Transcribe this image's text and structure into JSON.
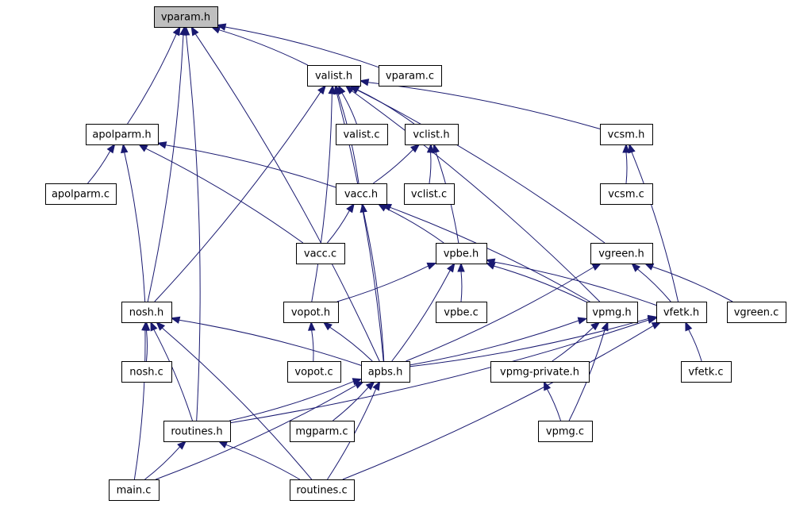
{
  "colors": {
    "edge": "#191970",
    "node_fill": "#ffffff",
    "highlight_fill": "#bfbfbf",
    "border": "#000000"
  },
  "nodes": [
    {
      "id": "vparam_h",
      "label": "vparam.h",
      "highlighted": true
    },
    {
      "id": "valist_h",
      "label": "valist.h"
    },
    {
      "id": "vparam_c",
      "label": "vparam.c"
    },
    {
      "id": "apolparm_h",
      "label": "apolparm.h"
    },
    {
      "id": "valist_c",
      "label": "valist.c"
    },
    {
      "id": "vclist_h",
      "label": "vclist.h"
    },
    {
      "id": "vcsm_h",
      "label": "vcsm.h"
    },
    {
      "id": "apolparm_c",
      "label": "apolparm.c"
    },
    {
      "id": "vacc_h",
      "label": "vacc.h"
    },
    {
      "id": "vclist_c",
      "label": "vclist.c"
    },
    {
      "id": "vcsm_c",
      "label": "vcsm.c"
    },
    {
      "id": "vacc_c",
      "label": "vacc.c"
    },
    {
      "id": "vpbe_h",
      "label": "vpbe.h"
    },
    {
      "id": "vgreen_h",
      "label": "vgreen.h"
    },
    {
      "id": "nosh_h",
      "label": "nosh.h"
    },
    {
      "id": "vopot_h",
      "label": "vopot.h"
    },
    {
      "id": "vpbe_c",
      "label": "vpbe.c"
    },
    {
      "id": "vpmg_h",
      "label": "vpmg.h"
    },
    {
      "id": "vfetk_h",
      "label": "vfetk.h"
    },
    {
      "id": "vgreen_c",
      "label": "vgreen.c"
    },
    {
      "id": "nosh_c",
      "label": "nosh.c"
    },
    {
      "id": "vopot_c",
      "label": "vopot.c"
    },
    {
      "id": "apbs_h",
      "label": "apbs.h"
    },
    {
      "id": "vpmg_private_h",
      "label": "vpmg-private.h"
    },
    {
      "id": "vfetk_c",
      "label": "vfetk.c"
    },
    {
      "id": "routines_h",
      "label": "routines.h"
    },
    {
      "id": "mgparm_c",
      "label": "mgparm.c"
    },
    {
      "id": "vpmg_c",
      "label": "vpmg.c"
    },
    {
      "id": "main_c",
      "label": "main.c"
    },
    {
      "id": "routines_c",
      "label": "routines.c"
    }
  ],
  "edges": [
    [
      "valist_h",
      "vparam_h"
    ],
    [
      "vparam_c",
      "vparam_h"
    ],
    [
      "apolparm_h",
      "vparam_h"
    ],
    [
      "nosh_h",
      "vparam_h"
    ],
    [
      "apbs_h",
      "vparam_h"
    ],
    [
      "routines_h",
      "vparam_h"
    ],
    [
      "valist_c",
      "valist_h"
    ],
    [
      "vclist_h",
      "valist_h"
    ],
    [
      "vcsm_h",
      "valist_h"
    ],
    [
      "vacc_h",
      "valist_h"
    ],
    [
      "vgreen_h",
      "valist_h"
    ],
    [
      "vpmg_h",
      "valist_h"
    ],
    [
      "nosh_h",
      "valist_h"
    ],
    [
      "vopot_h",
      "valist_h"
    ],
    [
      "apbs_h",
      "valist_h"
    ],
    [
      "apolparm_c",
      "apolparm_h"
    ],
    [
      "vacc_h",
      "apolparm_h"
    ],
    [
      "vacc_c",
      "apolparm_h"
    ],
    [
      "nosh_h",
      "apolparm_h"
    ],
    [
      "vacc_h",
      "vclist_h"
    ],
    [
      "vclist_c",
      "vclist_h"
    ],
    [
      "vpbe_h",
      "vclist_h"
    ],
    [
      "vcsm_c",
      "vcsm_h"
    ],
    [
      "vfetk_h",
      "vcsm_h"
    ],
    [
      "vacc_c",
      "vacc_h"
    ],
    [
      "vpbe_h",
      "vacc_h"
    ],
    [
      "apbs_h",
      "vacc_h"
    ],
    [
      "vpmg_h",
      "vacc_h"
    ],
    [
      "vpbe_c",
      "vpbe_h"
    ],
    [
      "vopot_h",
      "vpbe_h"
    ],
    [
      "apbs_h",
      "vpbe_h"
    ],
    [
      "vpmg_h",
      "vpbe_h"
    ],
    [
      "vfetk_h",
      "vpbe_h"
    ],
    [
      "apbs_h",
      "vgreen_h"
    ],
    [
      "vfetk_h",
      "vgreen_h"
    ],
    [
      "vgreen_c",
      "vgreen_h"
    ],
    [
      "nosh_c",
      "nosh_h"
    ],
    [
      "apbs_h",
      "nosh_h"
    ],
    [
      "routines_h",
      "nosh_h"
    ],
    [
      "main_c",
      "nosh_h"
    ],
    [
      "routines_c",
      "nosh_h"
    ],
    [
      "vopot_c",
      "vopot_h"
    ],
    [
      "apbs_h",
      "vopot_h"
    ],
    [
      "apbs_h",
      "vpmg_h"
    ],
    [
      "vpmg_private_h",
      "vpmg_h"
    ],
    [
      "vpmg_c",
      "vpmg_h"
    ],
    [
      "apbs_h",
      "vfetk_h"
    ],
    [
      "vfetk_c",
      "vfetk_h"
    ],
    [
      "routines_h",
      "vfetk_h"
    ],
    [
      "routines_c",
      "vfetk_h"
    ],
    [
      "routines_h",
      "apbs_h"
    ],
    [
      "mgparm_c",
      "apbs_h"
    ],
    [
      "main_c",
      "apbs_h"
    ],
    [
      "routines_c",
      "apbs_h"
    ],
    [
      "vpmg_c",
      "vpmg_private_h"
    ],
    [
      "main_c",
      "routines_h"
    ],
    [
      "routines_c",
      "routines_h"
    ]
  ]
}
